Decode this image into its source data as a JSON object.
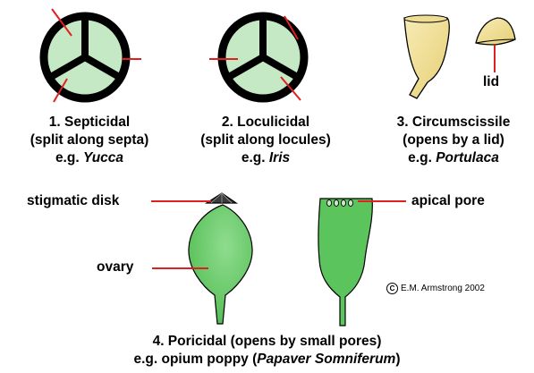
{
  "types": [
    {
      "num": "1. Septicidal",
      "desc": "(split along septa)",
      "eg": "e.g.",
      "genus": "Yucca"
    },
    {
      "num": "2. Loculicidal",
      "desc": "(split along locules)",
      "eg": "e.g.",
      "genus": "Iris"
    },
    {
      "num": "3. Circumscissile",
      "desc": "(opens by a lid)",
      "eg": "e.g.",
      "genus": "Portulaca"
    }
  ],
  "labels": {
    "lid": "lid",
    "stigmatic_disk": "stigmatic disk",
    "apical_pore": "apical pore",
    "ovary": "ovary"
  },
  "credit": {
    "symbol": "C",
    "text": "E.M. Armstrong 2002"
  },
  "poricidal": {
    "title": "4. Poricidal (opens by small pores)",
    "eg_prefix": "e.g. opium poppy (",
    "species": "Papaver Somniferum",
    "eg_suffix": ")"
  },
  "colors": {
    "capsule_fill": "#c5e8c5",
    "capsule_outline": "#000000",
    "poppy_fill": "#5cc45c",
    "poppy_highlight": "#8fdc8f",
    "lid_fill": "#f2e099",
    "leader_line": "#e02020"
  }
}
